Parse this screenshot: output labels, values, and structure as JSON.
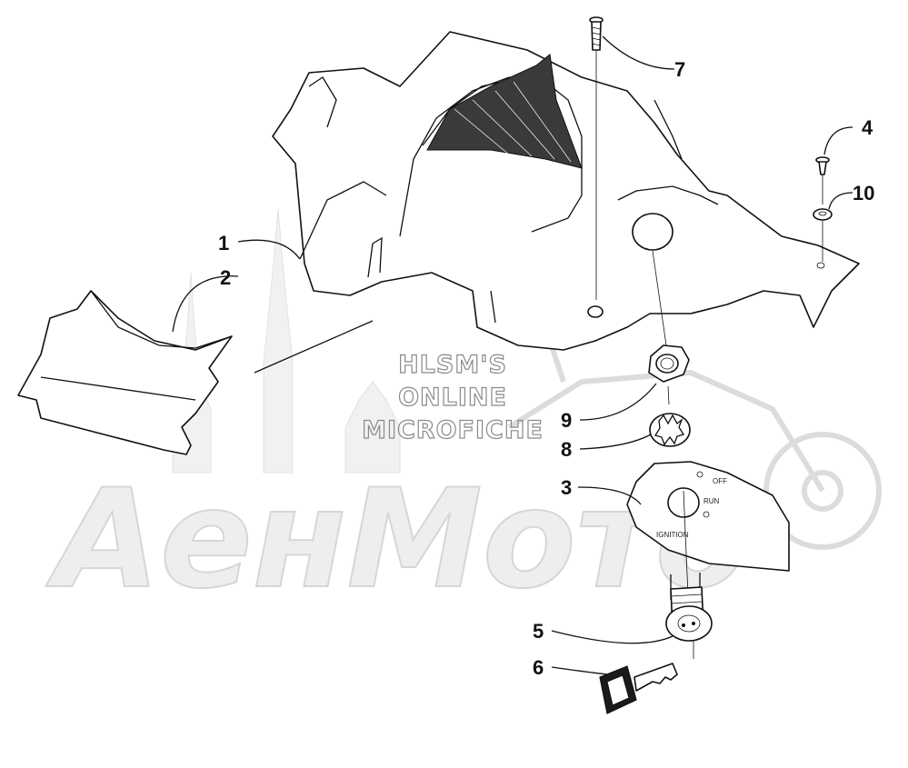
{
  "watermark": {
    "lines": [
      "HLSM'S",
      "ONLINE",
      "MICROFICHE"
    ],
    "logo_text": "АенМото"
  },
  "ignition_plate": {
    "off_label": "OFF",
    "run_label": "RUN",
    "ignition_label": "IGNITION"
  },
  "callouts": [
    {
      "id": "1",
      "label": "1"
    },
    {
      "id": "2",
      "label": "2"
    },
    {
      "id": "3",
      "label": "3"
    },
    {
      "id": "4",
      "label": "4"
    },
    {
      "id": "5",
      "label": "5"
    },
    {
      "id": "6",
      "label": "6"
    },
    {
      "id": "7",
      "label": "7"
    },
    {
      "id": "8",
      "label": "8"
    },
    {
      "id": "9",
      "label": "9"
    },
    {
      "id": "10",
      "label": "10"
    }
  ],
  "colors": {
    "line": "#111111",
    "watermark_outline": "#8a8a8a",
    "background": "#ffffff",
    "shading": "#333333"
  }
}
